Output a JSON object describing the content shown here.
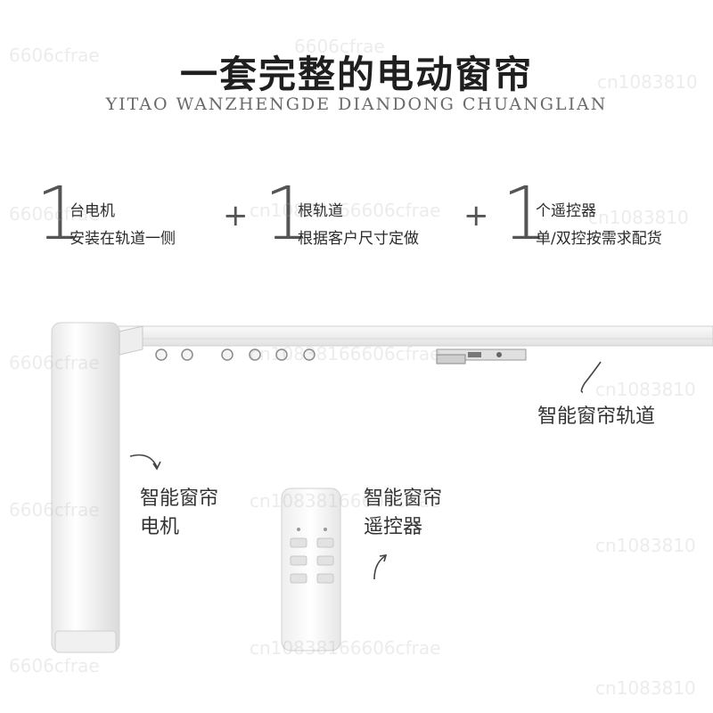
{
  "title": "一套完整的电动窗帘",
  "subtitle": "YITAO WANZHENGDE DIANDONG CHUANGLIAN",
  "items": [
    {
      "digit": "1",
      "line1": "台电机",
      "line2": "安装在轨道一侧"
    },
    {
      "digit": "1",
      "line1": "根轨道",
      "line2": "根据客户尺寸定做"
    },
    {
      "digit": "1",
      "line1": "个遥控器",
      "line2": "单/双控按需求配货"
    }
  ],
  "plus": "+",
  "labels": {
    "track": "智能窗帘轨道",
    "motor_line1": "智能窗帘",
    "motor_line2": "电机",
    "remote_line1": "智能窗帘",
    "remote_line2": "遥控器"
  },
  "watermarks": [
    "6606cfrae",
    "cn10838166606cfrae",
    "cn1083810"
  ]
}
